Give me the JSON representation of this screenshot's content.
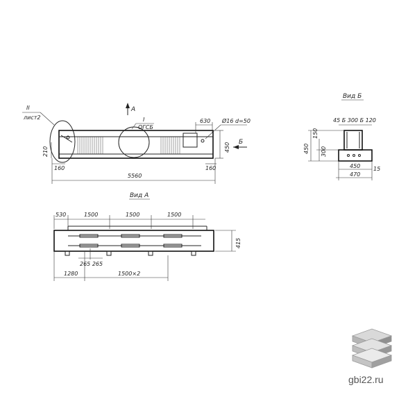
{
  "labels": {
    "callout_roman": "II",
    "callout_sheet": "лист2",
    "arrow_a": "A",
    "section_mark_roman": "I",
    "section_mark_sheet": "ОГСБ",
    "dim_630": "630",
    "dim_hole": "Ø16 d=50",
    "dim_450_main": "450",
    "view_b_arrow": "Б",
    "dim_210": "210",
    "dim_160_left": "160",
    "dim_160_right": "160",
    "dim_5560": "5560",
    "view_a_title": "Вид А",
    "dim_530": "530",
    "dim_1500_a": "1500",
    "dim_1500_b": "1500",
    "dim_1500_c": "1500",
    "dim_415": "415",
    "dim_265": "265 265",
    "dim_1280": "1280",
    "dim_1500x2": "1500×2",
    "view_b_title": "Вид Б",
    "dim_b_top": "45 Б 300 Б 120",
    "dim_b_450": "450",
    "dim_b_150": "150",
    "dim_b_300": "300",
    "dim_b_450w": "450",
    "dim_b_15": "15",
    "dim_b_470": "470",
    "site": "gbi22.ru"
  }
}
